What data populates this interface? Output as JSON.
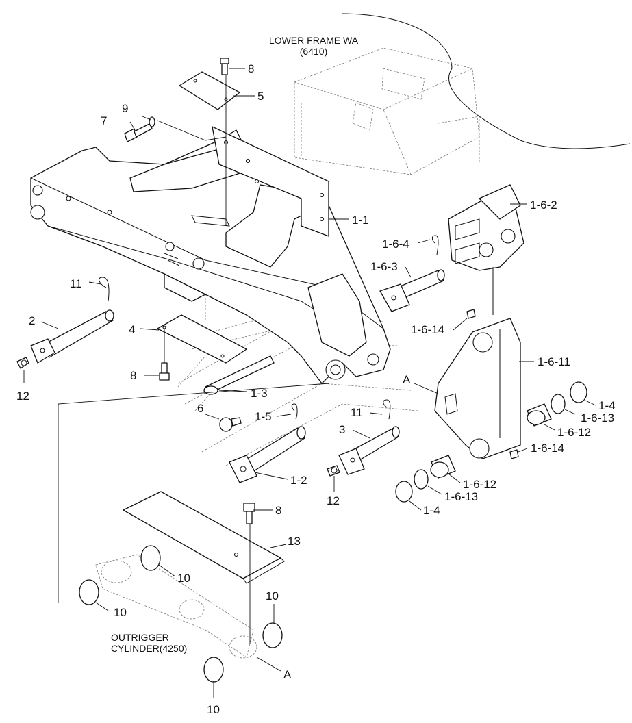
{
  "references": {
    "lower_frame": {
      "line1": "LOWER FRAME WA",
      "line2": "(6410)"
    },
    "outrigger_cylinder": {
      "line1": "OUTRIGGER",
      "line2": "CYLINDER(4250)"
    }
  },
  "callouts": {
    "c1": "8",
    "c2": "5",
    "c3": "9",
    "c4": "7",
    "c5": "1-1",
    "c6": "1-6-2",
    "c7": "1-6-4",
    "c8": "1-6-3",
    "c9": "11",
    "c10": "2",
    "c11": "4",
    "c12": "1-6-14",
    "c13": "1-6-11",
    "c14": "8",
    "c15": "12",
    "c16": "1-3",
    "c17": "A",
    "c18": "6",
    "c19": "1-5",
    "c20": "11",
    "c21": "3",
    "c22": "1-4",
    "c23": "1-6-13",
    "c24": "1-6-12",
    "c25": "1-6-14",
    "c26": "1-2",
    "c27": "12",
    "c28": "1-6-12",
    "c29": "1-6-13",
    "c30": "1-4",
    "c31": "8",
    "c32": "13",
    "c33": "10",
    "c34": "10",
    "c35": "10",
    "c36": "A",
    "c37": "10"
  }
}
